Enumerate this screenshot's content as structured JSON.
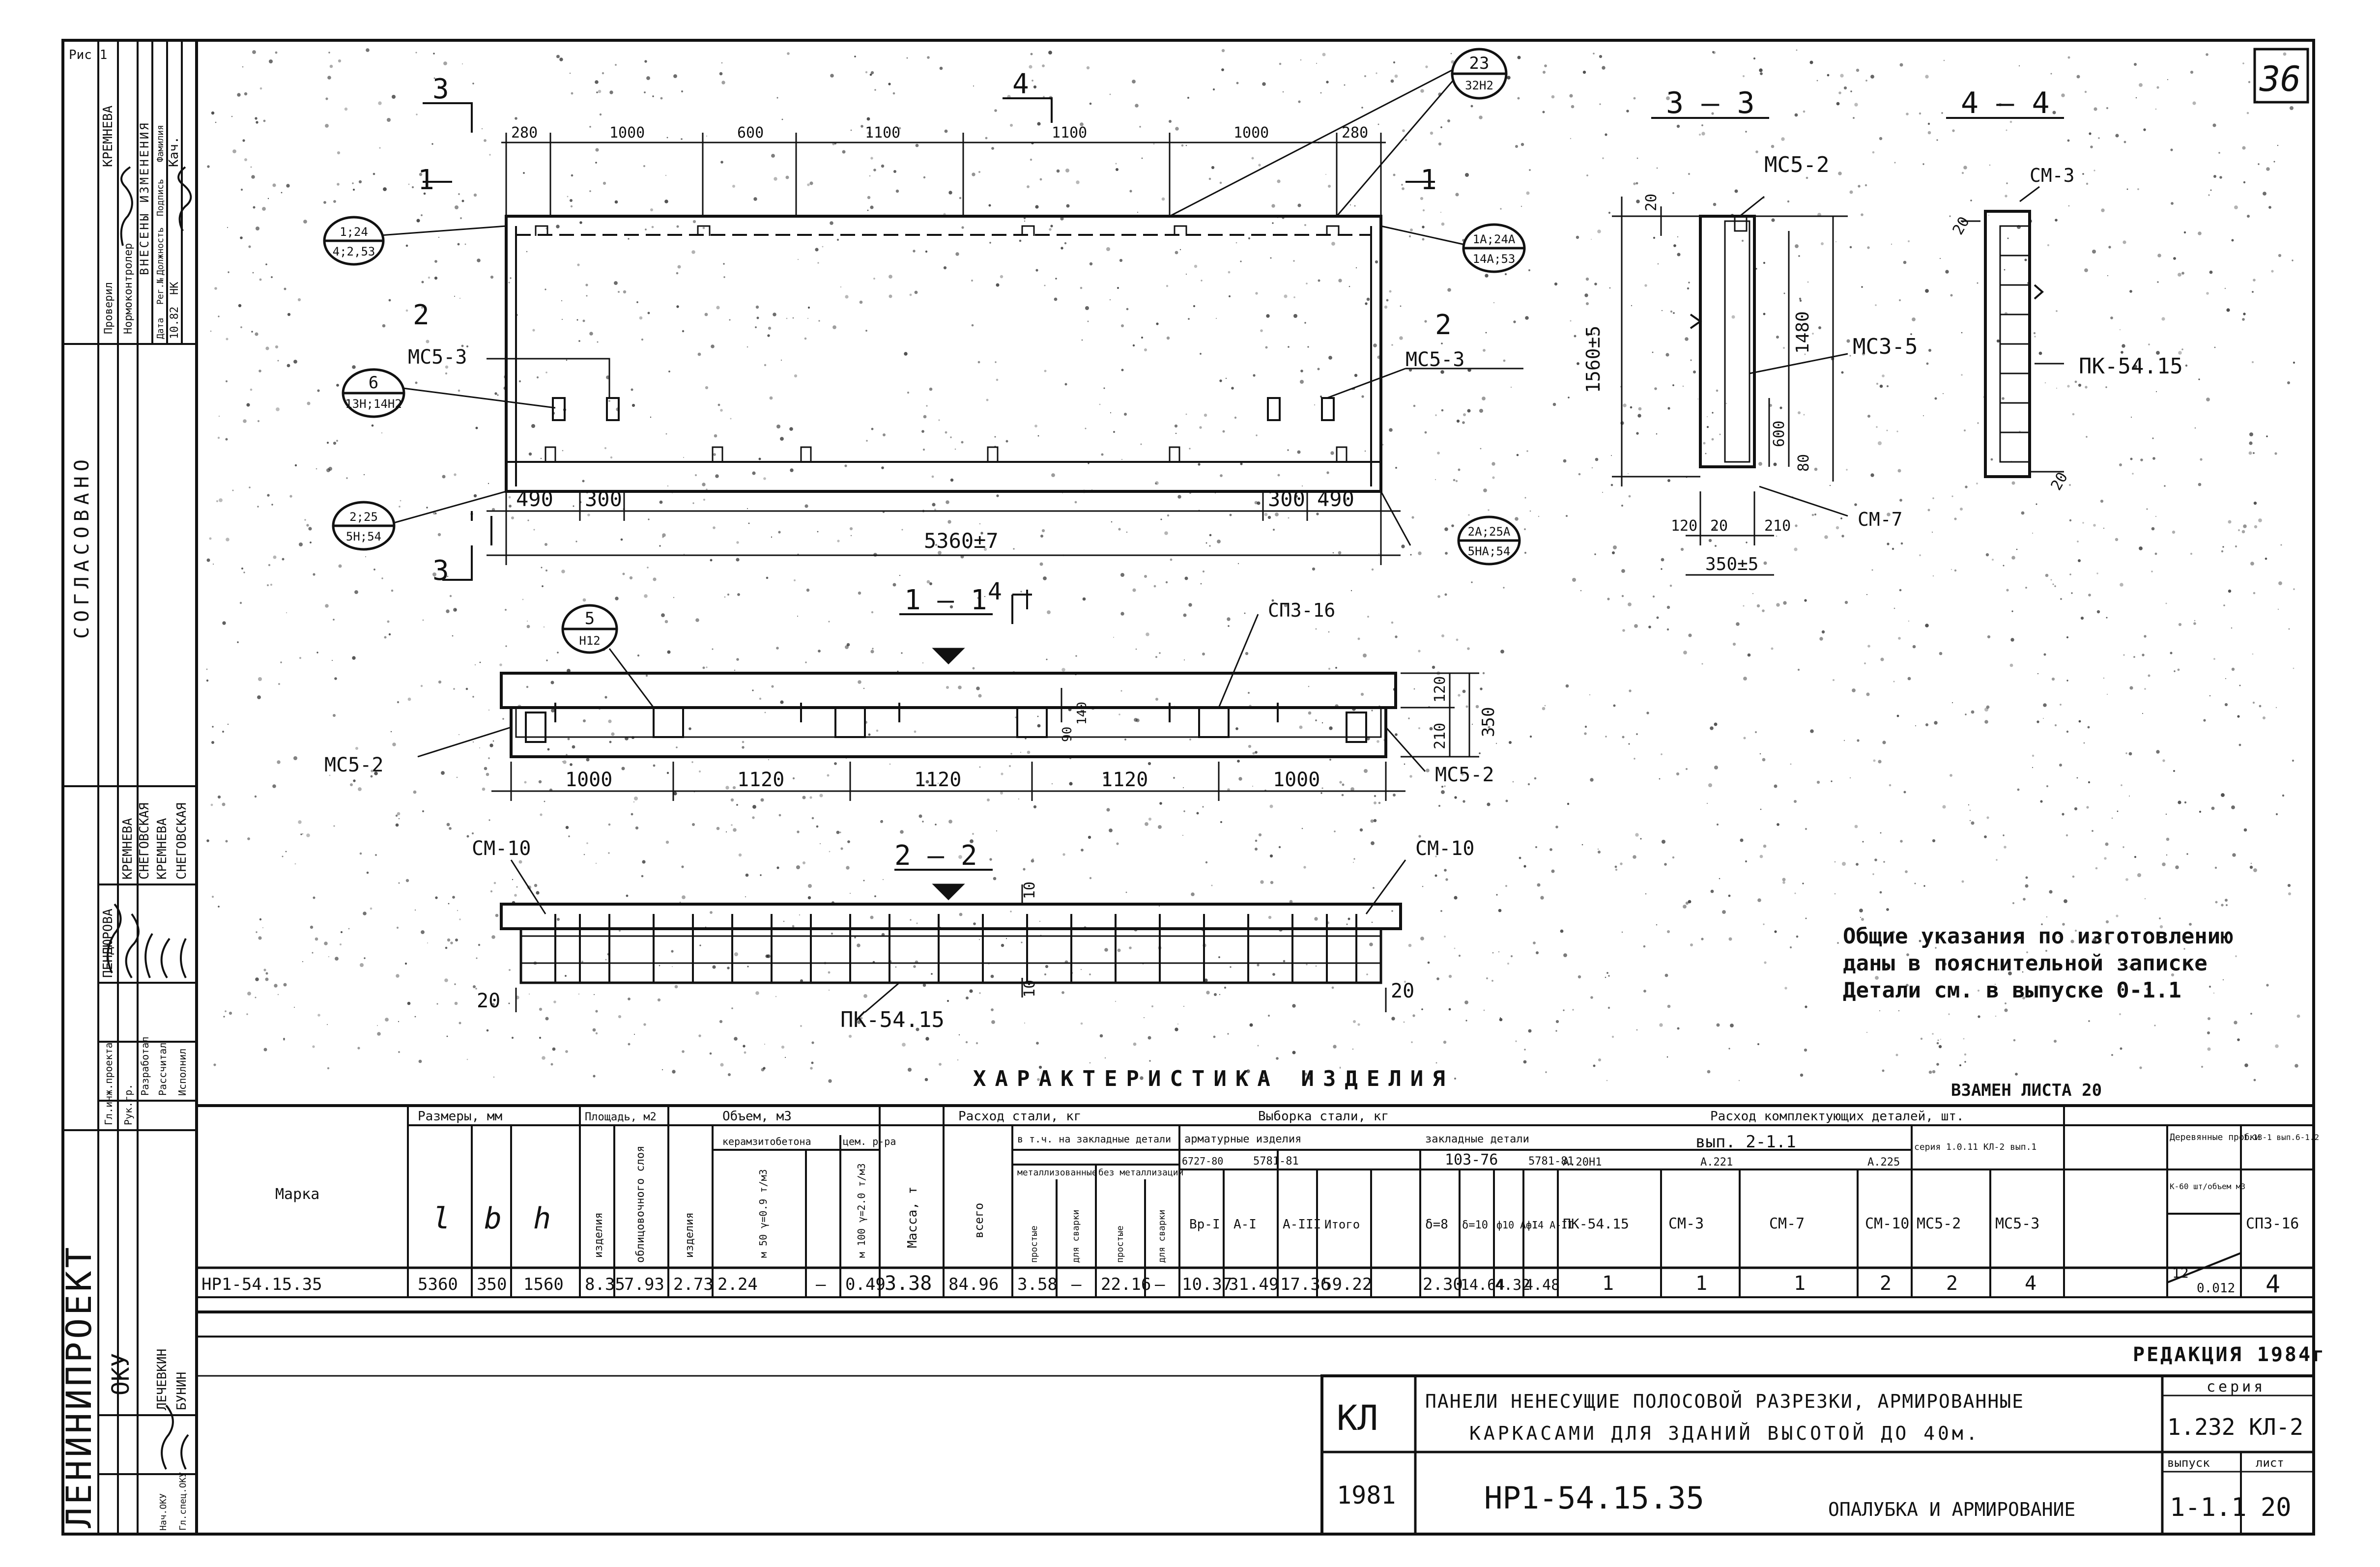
{
  "sheet": {
    "page_number": "36",
    "corner_mark": "Рис 1",
    "organization": "ЛЕНИНИПРОЕКТ",
    "department": "ОКУ",
    "code": "КЛ",
    "year": "1981",
    "title_line1": "ПАНЕЛИ НЕНЕСУЩИЕ ПОЛОСОВОЙ РАЗРЕЗКИ, АРМИРОВАННЫЕ",
    "title_line2": "КАРКАСАМИ ДЛЯ ЗДАНИЙ ВЫСОТОЙ ДО 40м.",
    "drawing_id": "НР1-54.15.35",
    "drawing_name": "ОПАЛУБКА И АРМИРОВАНИЕ",
    "series_label": "серия",
    "series_value": "1.232 КЛ-2",
    "issue_label": "выпуск",
    "issue_value": "1-1.1",
    "sheet_label": "лист",
    "sheet_value": "20",
    "edition": "РЕДАКЦИЯ 1984г",
    "replaces": "ВЗАМЕН ЛИСТА 20"
  },
  "left_strip": {
    "agreed": "СОГЛАСОВАНО",
    "checked": "Проверил",
    "norm_control": "Нормоконтролер",
    "changes": "ВНЕСЕНЫ ИЗМЕНЕНИЯ",
    "date_col": "Дата",
    "reg_col": "Рег.№",
    "position_col": "Должность",
    "signature_col": "Подпись",
    "surname_col": "Фамилия",
    "name1": "КРЕМНЕВА",
    "kach": "Кач.",
    "change_date": "10.82",
    "change_nk": "НК",
    "chief_engineer": "Гл.инж.проекта",
    "group_lead": "Рук.гр.",
    "developed": "Разработал",
    "calculated": "Рассчитал",
    "executor": "Исполнил",
    "name_pendyurova": "ПЕНДЮРОВА",
    "name_kremneva": "КРЕМНЕВА",
    "name_snegovskaya": "СНЕГОВСКАЯ",
    "name_kremneva2": "КРЕМНЕВА",
    "name_snegovskaya2": "СНЕГОВСКАЯ",
    "head_oku": "Нач.ОКУ",
    "chief_spec": "Гл.спец.ОКУ",
    "name_lyvetsky": "ЛЕЧЕВКИН",
    "name_bunin": "БУНИН"
  },
  "views": {
    "elevation": {
      "section_3": "3",
      "section_4": "4",
      "section_1": "1",
      "section_2": "2",
      "dims_top": [
        "280",
        "1000",
        "600",
        "1100",
        "1100",
        "1000",
        "280"
      ],
      "dims_bottom_left": [
        "490",
        "300"
      ],
      "dims_bottom_right": [
        "300",
        "490"
      ],
      "overall": "5360±7",
      "mark_mc_left": "МС5-3",
      "mark_mc_right": "МС5-3",
      "callouts": [
        {
          "top": "1;24",
          "bottom": "4;2,53"
        },
        {
          "top": "1А;24А",
          "bottom": "14А;53"
        },
        {
          "top": "6",
          "bottom": "13Н;14Н2"
        },
        {
          "top": "2;25",
          "bottom": "5Н;54"
        },
        {
          "top": "2А;25А",
          "bottom": "5НА;54"
        },
        {
          "top": "23",
          "bottom": "32Н2"
        }
      ]
    },
    "section_1_1": {
      "label": "1 — 1",
      "callout_top": "5",
      "callout_bottom": "Н12",
      "mark_sp": "СП3-16",
      "mark_mc_left": "МС5-2",
      "mark_mc_right": "МС5-2",
      "dims": [
        "1000",
        "1120",
        "1120",
        "1120",
        "1000"
      ],
      "dim_v1": "120",
      "dim_v2": "210",
      "dim_v3": "350",
      "dim_140": "140",
      "dim_90": "90"
    },
    "section_2_2": {
      "label": "2 — 2",
      "mark_left": "СМ-10",
      "mark_right": "СМ-10",
      "mark_pk": "ПК-54.15",
      "dim_20_left": "20",
      "dim_20_right": "20",
      "dim_10a": "10",
      "dim_10b": "10"
    },
    "section_3_3": {
      "label": "3 — 3",
      "mark_mc52": "МС5-2",
      "mark_mc35": "МС3-5",
      "mark_cm7": "СМ-7",
      "height": "1560±5",
      "inner": "1480",
      "d600": "600",
      "d80": "80",
      "d20": "20",
      "bottom_dims": [
        "120",
        "20",
        "210"
      ],
      "width": "350±5"
    },
    "section_4_4": {
      "label": "4 — 4",
      "mark_cm3": "СМ-3",
      "mark_pk": "ПК-54.15",
      "d20a": "20",
      "d20b": "20"
    }
  },
  "notes": {
    "line1": "Общие указания по изготовлению",
    "line2": "даны в пояснительной записке",
    "line3": "Детали см. в выпуске 0-1.1"
  },
  "characteristics": {
    "title": "ХАРАКТЕРИСТИКА ИЗДЕЛИЯ",
    "h_mark": "Марка",
    "h_dims": "Размеры, мм",
    "h_l": "l",
    "h_b": "b",
    "h_h": "h",
    "h_area": "Площадь, м2",
    "h_area_product": "изделия",
    "h_area_facing": "облицовочного слоя",
    "h_volume": "Объем, м3",
    "h_vol_product": "изделия",
    "h_vol_ceramzit": "керамзитобетона",
    "h_vol_m50": "м 50 γ=0.9 т/м3",
    "h_vol_cem": "цем. р-ра",
    "h_vol_m100": "м 100 γ=2.0 т/м3",
    "h_mass": "Масса, т",
    "h_steel": "Расход стали, кг",
    "h_steel_total": "всего",
    "h_incl": "в т.ч. на закладные детали",
    "h_metallized": "металлизованные",
    "h_nonmet": "без металлизации",
    "h_simple1": "простые",
    "h_weld1": "для сварки",
    "h_simple2": "простые",
    "h_weld2": "для сварки",
    "h_selection": "Выборка стали, кг",
    "h_rebar": "арматурные изделия",
    "h_embedded": "закладные детали",
    "h_gost6727": "6727-80",
    "h_gost5781": "5781-81",
    "h_gost10376": "103-76",
    "h_gost5781b": "5781-81",
    "h_bp1": "Вр-I",
    "h_a1": "А-I",
    "h_a3": "А-III",
    "h_itogo": "Итого",
    "h_s8": "δ=8",
    "h_s10": "δ=10",
    "h_d10": "ф10 А-I",
    "h_d14": "ф14 А-II",
    "h_components": "Расход комплектующих деталей, шт.",
    "h_vyp": "вып. 2-1.1",
    "h_a20n1": "А.20Н1",
    "h_a221": "А.221",
    "h_a225": "А.225",
    "h_series_kl": "серия 1.0.11 КЛ-2 вып.1",
    "h_wood": "Деревянные пробки",
    "h_wood_series": "1.13-1 вып.6-1.2",
    "h_pk": "ПК-54.15",
    "h_cm3": "СМ-3",
    "h_cm7": "СМ-7",
    "h_cm10": "СМ-10",
    "h_mc52": "МС5-2",
    "h_mc53": "МС5-3",
    "h_k60": "К-60 шт/объем м3",
    "h_sp316": "СП3-16",
    "row": {
      "mark": "НР1-54.15.35",
      "l": "5360",
      "b": "350",
      "h": "1560",
      "area_product": "8.35",
      "area_facing": "7.93",
      "vol_product": "2.73",
      "vol_ceramzit": "2.24",
      "vol_empty": "—",
      "vol_cem": "0.49",
      "mass": "3.38",
      "steel_total": "84.96",
      "simple1": "3.58",
      "weld1": "—",
      "simple2": "22.16",
      "weld2": "—",
      "bp1": "10.37",
      "a1": "31.49",
      "a3": "17.36",
      "itogo": "59.22",
      "s8": "2.30",
      "s10": "14.64",
      "d10": "4.32",
      "d14": "4.48",
      "pk": "1",
      "cm3": "1",
      "cm7": "1",
      "cm10": "2",
      "mc52": "2",
      "mc53": "4",
      "k60_top": "12",
      "k60_bottom": "0.012",
      "sp316": "4"
    }
  }
}
